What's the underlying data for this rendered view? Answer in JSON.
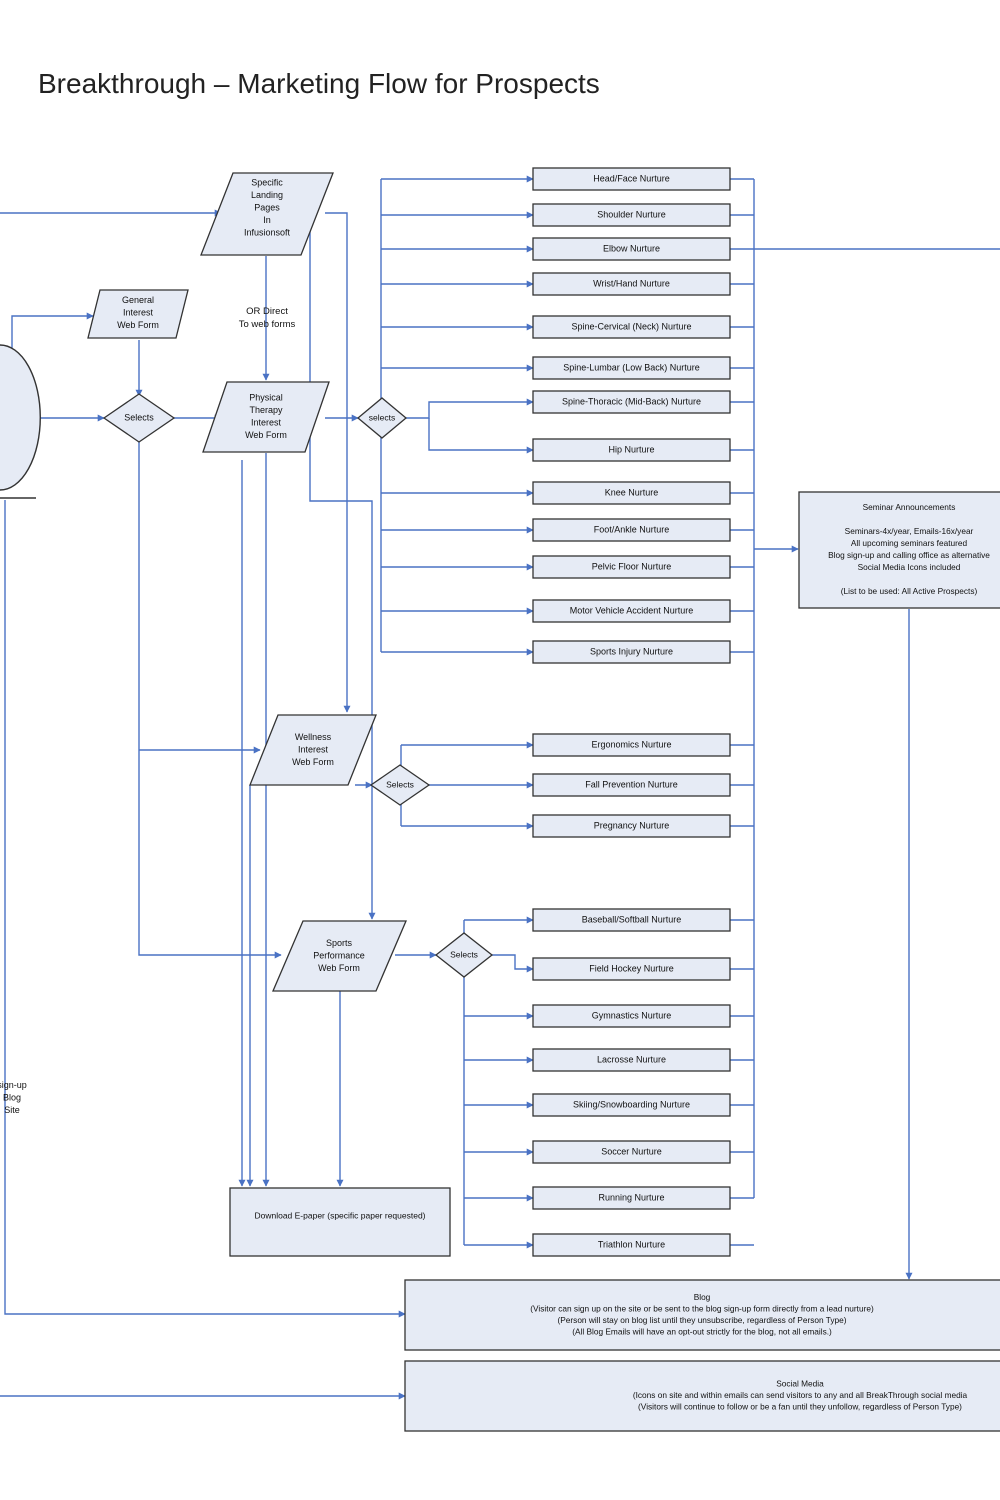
{
  "title": "Breakthrough – Marketing Flow for Prospects",
  "colors": {
    "node_fill": "#e6ebf5",
    "node_stroke": "#333333",
    "connector": "#4a72c4"
  },
  "nodes": {
    "specific_landing": [
      "Specific",
      "Landing",
      "Pages",
      "In",
      "Infusionsoft"
    ],
    "or_direct": [
      "OR Direct",
      "To web forms"
    ],
    "general_interest": [
      "General",
      "Interest",
      "Web Form"
    ],
    "selects_main": "Selects",
    "physical_therapy": [
      "Physical",
      "Therapy",
      "Interest",
      "Web Form"
    ],
    "selects_pt": "selects",
    "wellness": [
      "Wellness",
      "Interest",
      "Web Form"
    ],
    "selects_wellness": "Selects",
    "sports_perf": [
      "Sports",
      "Performance",
      "Web Form"
    ],
    "selects_sports": "Selects",
    "download": "Download E-paper (specific paper requested)",
    "signup_blog": [
      "sign-up",
      "Blog",
      "Site"
    ]
  },
  "pt_nurtures": [
    "Head/Face Nurture",
    "Shoulder Nurture",
    "Elbow Nurture",
    "Wrist/Hand Nurture",
    "Spine-Cervical (Neck) Nurture",
    "Spine-Lumbar (Low Back) Nurture",
    "Spine-Thoracic (Mid-Back) Nurture",
    "Hip Nurture",
    "Knee Nurture",
    "Foot/Ankle Nurture",
    "Pelvic Floor Nurture",
    "Motor Vehicle Accident Nurture",
    "Sports Injury Nurture"
  ],
  "wellness_nurtures": [
    "Ergonomics Nurture",
    "Fall Prevention Nurture",
    "Pregnancy Nurture"
  ],
  "sports_nurtures": [
    "Baseball/Softball Nurture",
    "Field Hockey Nurture",
    "Gymnastics Nurture",
    "Lacrosse Nurture",
    "Skiing/Snowboarding Nurture",
    "Soccer Nurture",
    "Running Nurture",
    "Triathlon Nurture"
  ],
  "seminar": [
    "Seminar Announcements",
    "",
    "Seminars-4x/year, Emails-16x/year",
    "All upcoming seminars featured",
    "Blog sign-up and calling office as alternative",
    "Social Media Icons included",
    "",
    "(List to be used: All Active Prospects)"
  ],
  "blog": [
    "Blog",
    "(Visitor can sign up on the site or be sent to the blog sign-up form directly from a lead nurture)",
    "(Person will stay on blog list until they unsubscribe, regardless of Person Type)",
    "(All Blog Emails will have an opt-out strictly for the blog, not all emails.)"
  ],
  "social": [
    "Social Media",
    "(Icons on site and within emails can send visitors to any and all BreakThrough social media",
    "(Visitors will continue to follow or be a fan until they unfollow, regardless of Person Type)"
  ]
}
